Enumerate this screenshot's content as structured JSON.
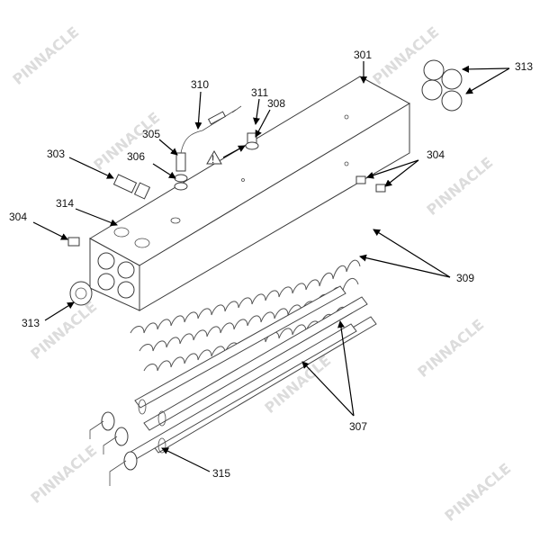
{
  "watermark": {
    "text": "PINNACLE"
  },
  "callouts": [
    {
      "id": "301",
      "label": "301"
    },
    {
      "id": "303",
      "label": "303"
    },
    {
      "id": "304a",
      "label": "304"
    },
    {
      "id": "304b",
      "label": "304"
    },
    {
      "id": "305",
      "label": "305"
    },
    {
      "id": "306",
      "label": "306"
    },
    {
      "id": "307",
      "label": "307"
    },
    {
      "id": "308",
      "label": "308"
    },
    {
      "id": "309",
      "label": "309"
    },
    {
      "id": "310",
      "label": "310"
    },
    {
      "id": "311",
      "label": "311"
    },
    {
      "id": "313a",
      "label": "313"
    },
    {
      "id": "313b",
      "label": "313"
    },
    {
      "id": "314",
      "label": "314"
    },
    {
      "id": "315",
      "label": "315"
    }
  ],
  "warning_symbol": {
    "glyph": "!"
  },
  "colors": {
    "line": "#3a3a3a",
    "watermark": "#d9d9d9",
    "background": "#ffffff"
  }
}
